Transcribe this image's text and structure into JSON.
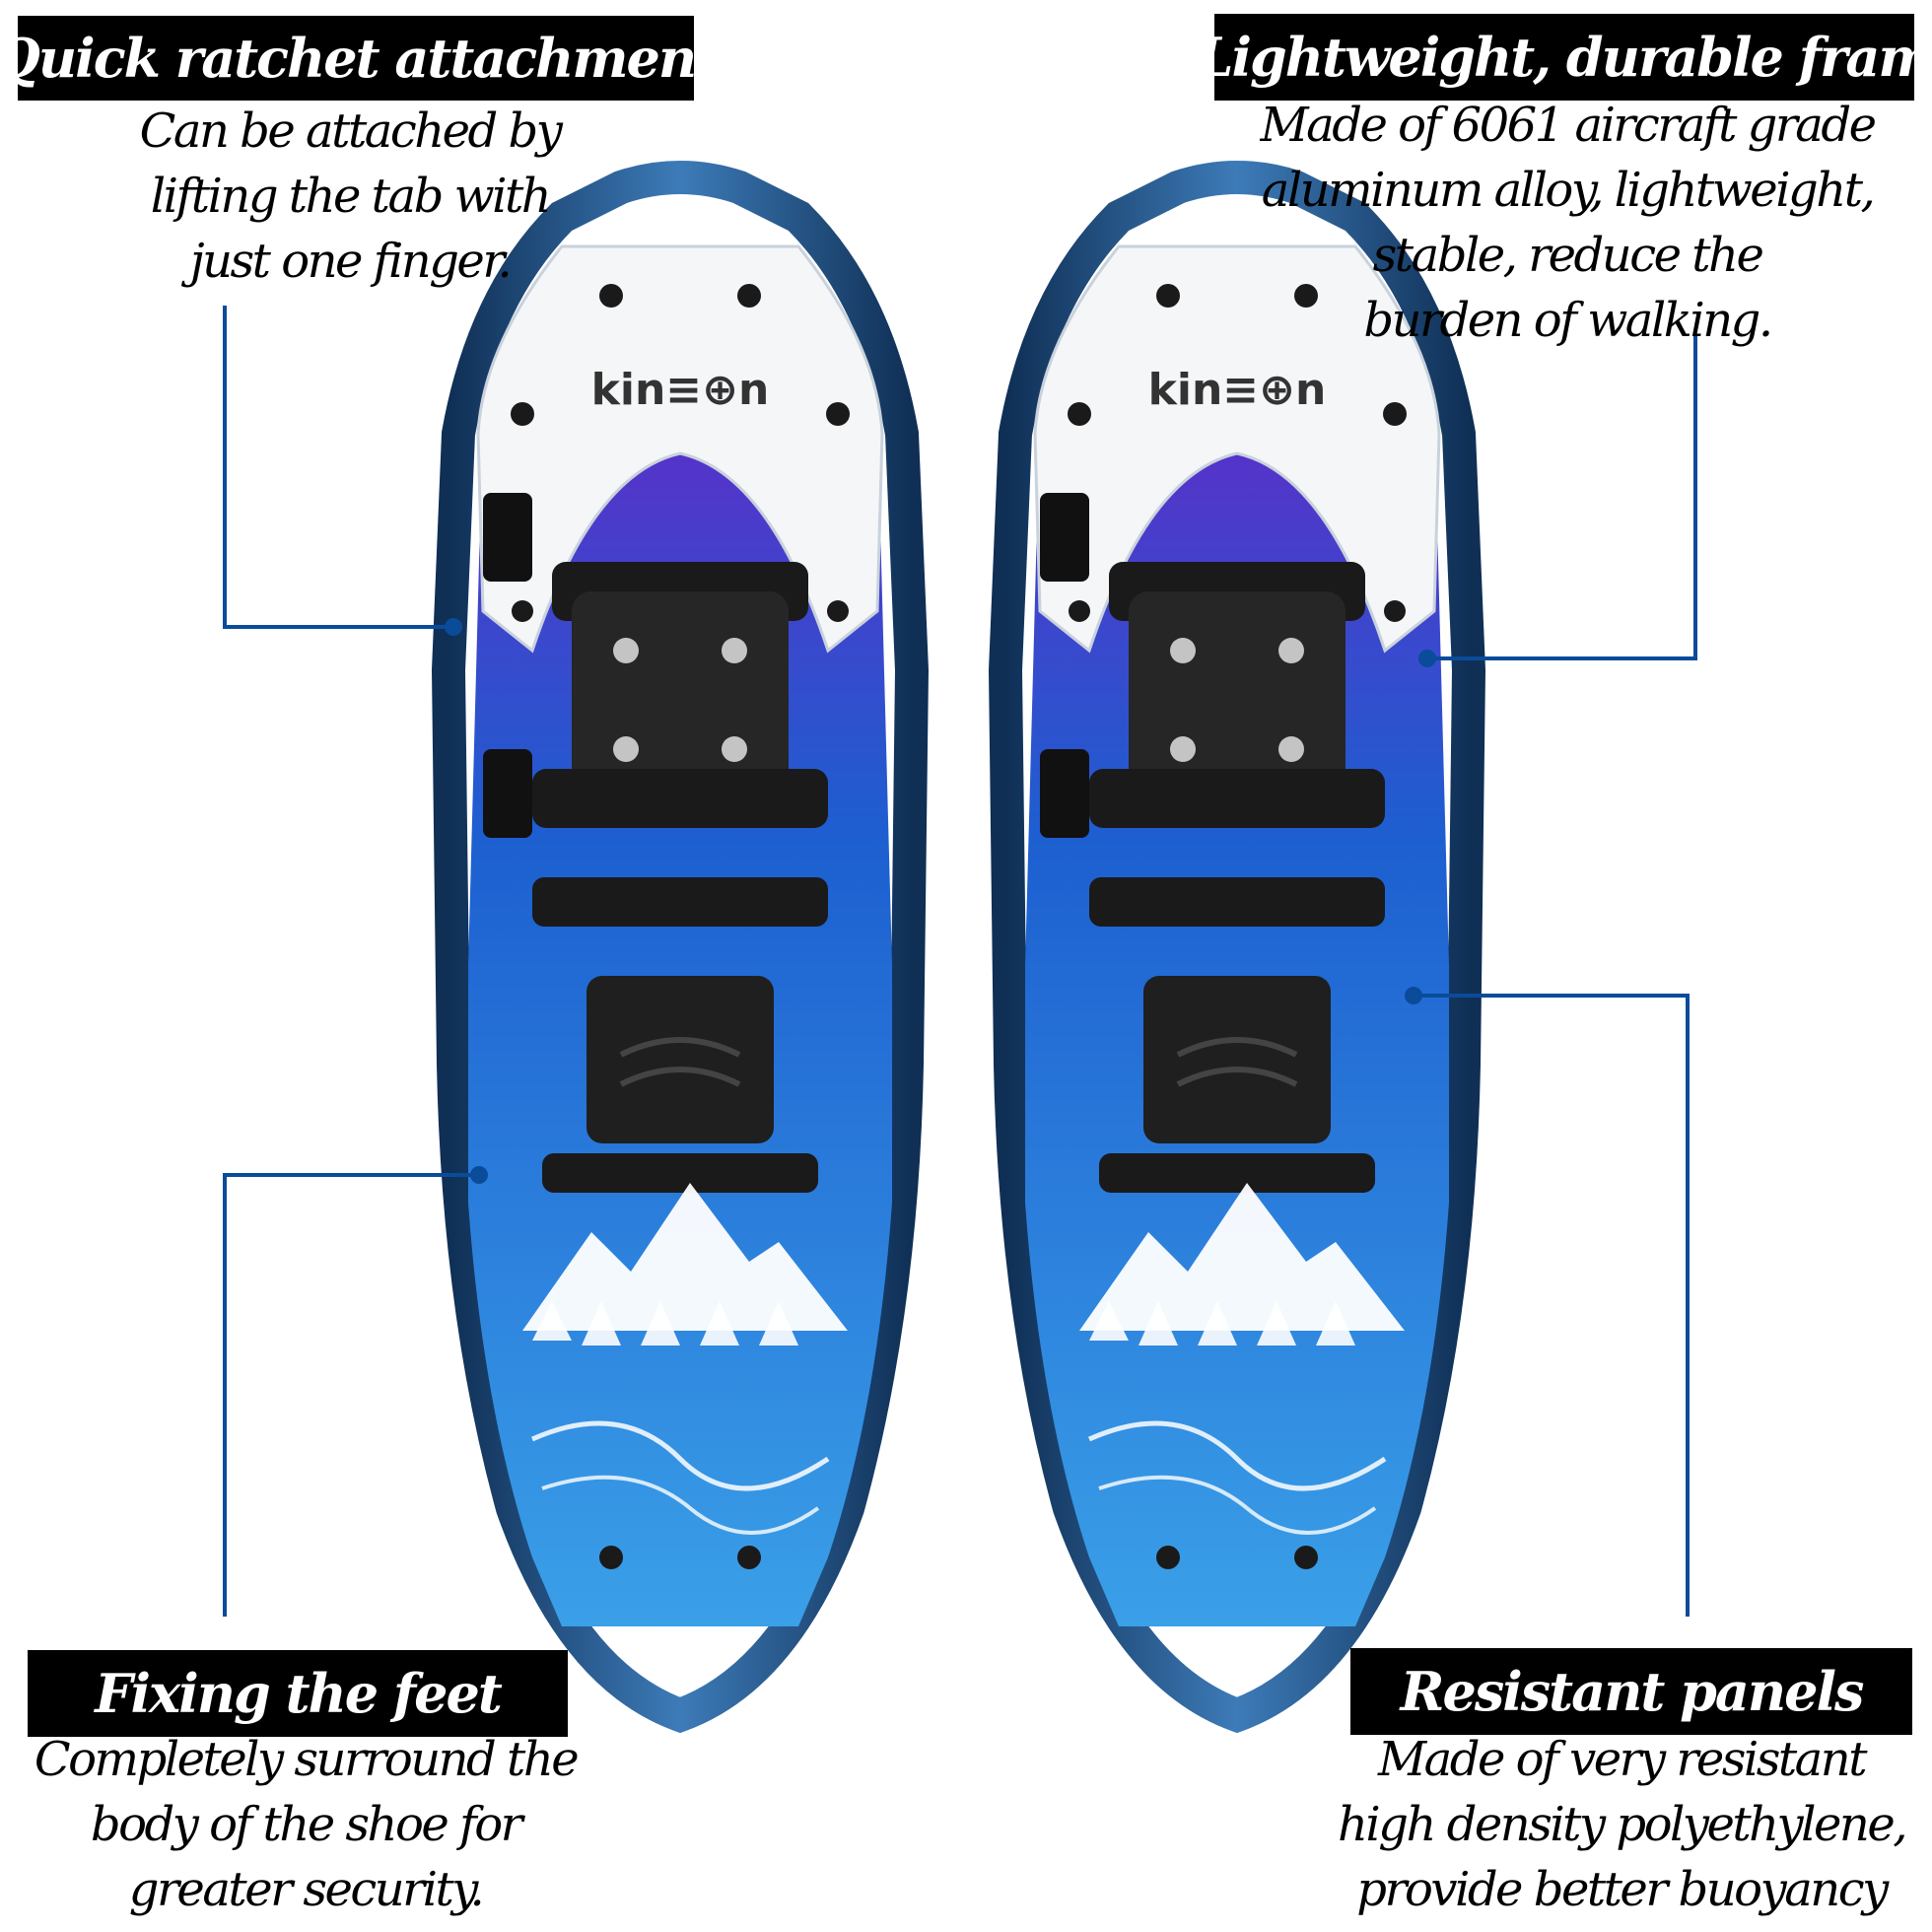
{
  "brand": "kin≡⊕n",
  "callouts": {
    "ratchet": {
      "title": "Quick ratchet attachment",
      "lines": [
        "Can be attached by",
        "lifting the tab with",
        "just one finger."
      ]
    },
    "frame": {
      "title": "Lightweight, durable fram",
      "lines": [
        "Made of 6061 aircraft grade",
        "aluminum alloy, lightweight,",
        "stable, reduce the",
        "burden of walking."
      ]
    },
    "feet": {
      "title": "Fixing the feet",
      "lines": [
        "Completely surround the",
        "body of the shoe for",
        "greater security."
      ]
    },
    "panels": {
      "title": "Resistant panels",
      "lines": [
        "Made of very resistant",
        "high density polyethylene,",
        "provide better buoyancy"
      ]
    }
  },
  "colors": {
    "frame_blue": "#1c4a7d",
    "deck_blue": "#1d5fd0",
    "deck_light": "#3aa0e8",
    "binding_black": "#1a1a1a",
    "leader_line": "#0a4b9a",
    "plate_white": "#f4f6f8"
  }
}
